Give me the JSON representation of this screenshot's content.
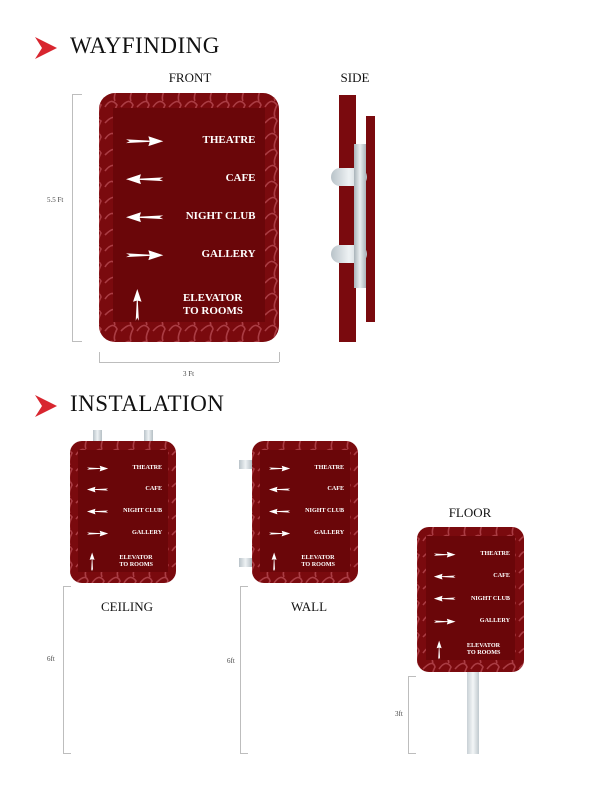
{
  "colors": {
    "accent": "#d8262f",
    "sign_bg": "#7a0a0e",
    "panel_bg": "#6a0609",
    "text": "#ffffff"
  },
  "sections": {
    "wayfinding": "WAYFINDING",
    "instalation": "INSTALATION"
  },
  "views": {
    "front": "FRONT",
    "side": "SIDE"
  },
  "dimensions": {
    "height": "5.5 Ft",
    "width": "3 Ft",
    "ceiling_height": "6ft",
    "wall_height": "6ft",
    "floor_height": "3ft"
  },
  "sign_entries": [
    {
      "label": "THEATRE",
      "direction": "right",
      "icon": "arrow-right-icon"
    },
    {
      "label": "CAFE",
      "direction": "left",
      "icon": "arrow-left-icon"
    },
    {
      "label": "NIGHT CLUB",
      "direction": "left",
      "icon": "arrow-left-icon"
    },
    {
      "label": "GALLERY",
      "direction": "right",
      "icon": "arrow-right-icon"
    },
    {
      "label": "ELEVATOR TO ROOMS",
      "direction": "up",
      "icon": "arrow-up-icon"
    }
  ],
  "installations": {
    "ceiling": "CEILING",
    "wall": "WALL",
    "floor": "FLOOR"
  }
}
